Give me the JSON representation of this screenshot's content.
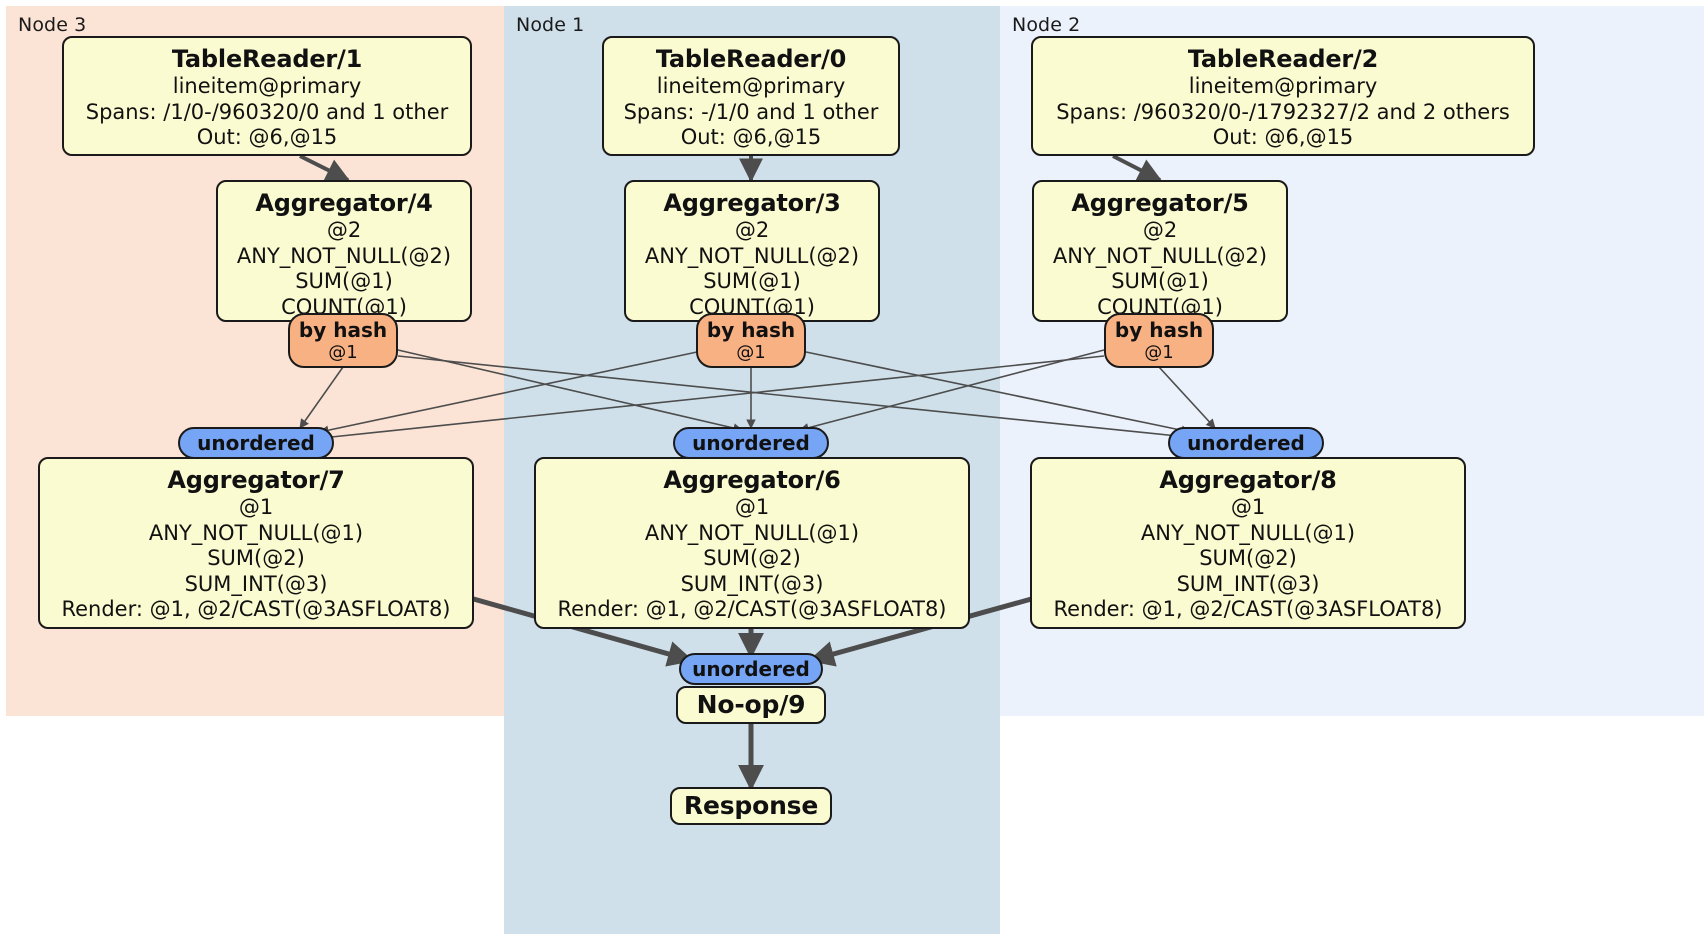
{
  "diagram": {
    "type": "distributed-query-plan",
    "title": "",
    "colors": {
      "node3_bg": "#fbe3d5",
      "node1_bg": "#cfe0eb",
      "node2_bg": "#ecf2fb",
      "processor_bg": "#fbfbd2",
      "processor_border": "#1a1a1a",
      "hash_router_bg": "#f8b183",
      "unordered_sync_bg": "#76a5f5",
      "edge": "#4d4d4d"
    }
  },
  "nodes": [
    {
      "id": "node3",
      "label": "Node 3"
    },
    {
      "id": "node1",
      "label": "Node 1"
    },
    {
      "id": "node2",
      "label": "Node 2"
    }
  ],
  "processors": {
    "table_reader_1": {
      "title": "TableReader/1",
      "lines": [
        "lineitem@primary",
        "Spans: /1/0-/960320/0 and 1 other",
        "Out: @6,@15"
      ]
    },
    "table_reader_0": {
      "title": "TableReader/0",
      "lines": [
        "lineitem@primary",
        "Spans: -/1/0 and 1 other",
        "Out: @6,@15"
      ]
    },
    "table_reader_2": {
      "title": "TableReader/2",
      "lines": [
        "lineitem@primary",
        "Spans: /960320/0-/1792327/2 and 2 others",
        "Out: @6,@15"
      ]
    },
    "aggregator_4": {
      "title": "Aggregator/4",
      "lines": [
        "@2",
        "ANY_NOT_NULL(@2)",
        "SUM(@1)",
        "COUNT(@1)"
      ]
    },
    "aggregator_3": {
      "title": "Aggregator/3",
      "lines": [
        "@2",
        "ANY_NOT_NULL(@2)",
        "SUM(@1)",
        "COUNT(@1)"
      ]
    },
    "aggregator_5": {
      "title": "Aggregator/5",
      "lines": [
        "@2",
        "ANY_NOT_NULL(@2)",
        "SUM(@1)",
        "COUNT(@1)"
      ]
    },
    "aggregator_7": {
      "title": "Aggregator/7",
      "lines": [
        "@1",
        "ANY_NOT_NULL(@1)",
        "SUM(@2)",
        "SUM_INT(@3)",
        "Render: @1, @2/CAST(@3ASFLOAT8)"
      ]
    },
    "aggregator_6": {
      "title": "Aggregator/6",
      "lines": [
        "@1",
        "ANY_NOT_NULL(@1)",
        "SUM(@2)",
        "SUM_INT(@3)",
        "Render: @1, @2/CAST(@3ASFLOAT8)"
      ]
    },
    "aggregator_8": {
      "title": "Aggregator/8",
      "lines": [
        "@1",
        "ANY_NOT_NULL(@1)",
        "SUM(@2)",
        "SUM_INT(@3)",
        "Render: @1, @2/CAST(@3ASFLOAT8)"
      ]
    },
    "noop_9": {
      "title": "No-op/9",
      "lines": []
    },
    "response": {
      "title": "Response",
      "lines": []
    }
  },
  "routers": {
    "hash_left": {
      "title": "by hash",
      "sub": "@1"
    },
    "hash_center": {
      "title": "by hash",
      "sub": "@1"
    },
    "hash_right": {
      "title": "by hash",
      "sub": "@1"
    }
  },
  "synchronizers": {
    "unordered_left": {
      "title": "unordered"
    },
    "unordered_center": {
      "title": "unordered"
    },
    "unordered_right": {
      "title": "unordered"
    },
    "unordered_final": {
      "title": "unordered"
    }
  }
}
